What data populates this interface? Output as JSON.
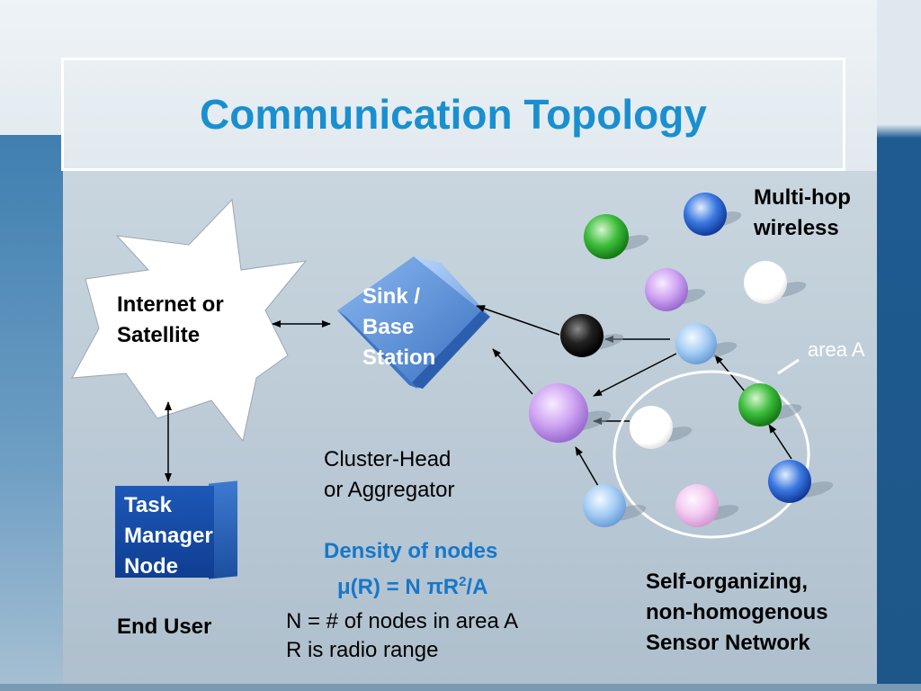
{
  "title": "Communication Topology",
  "internet_label": "Internet or\nSatellite",
  "sink_label": "Sink /\nBase\nStation",
  "task_label": "Task\nManager\nNode",
  "end_user": "End User",
  "cluster_head": "Cluster-Head\nor Aggregator",
  "density": {
    "heading": "Density of nodes",
    "formula_prefix": "μ(R) = N πR",
    "formula_exp": "2",
    "formula_suffix": "/A"
  },
  "legend_n": "N = # of nodes in area A",
  "legend_r": "R is radio range",
  "multihop": "Multi-hop\nwireless",
  "area_label": "area A",
  "self_organizing": "Self-organizing,\nnon-homogenous\nSensor Network",
  "colors": {
    "title": "#1a8fd0",
    "density": "#1877c9",
    "node_green": "#2faa2f",
    "node_blue": "#1f5fd0",
    "node_lilac": "#c99ef0",
    "node_lightblue": "#9cc6f4",
    "node_pink": "#f1c4f0",
    "node_black": "#111111",
    "node_white": "#ffffff"
  }
}
